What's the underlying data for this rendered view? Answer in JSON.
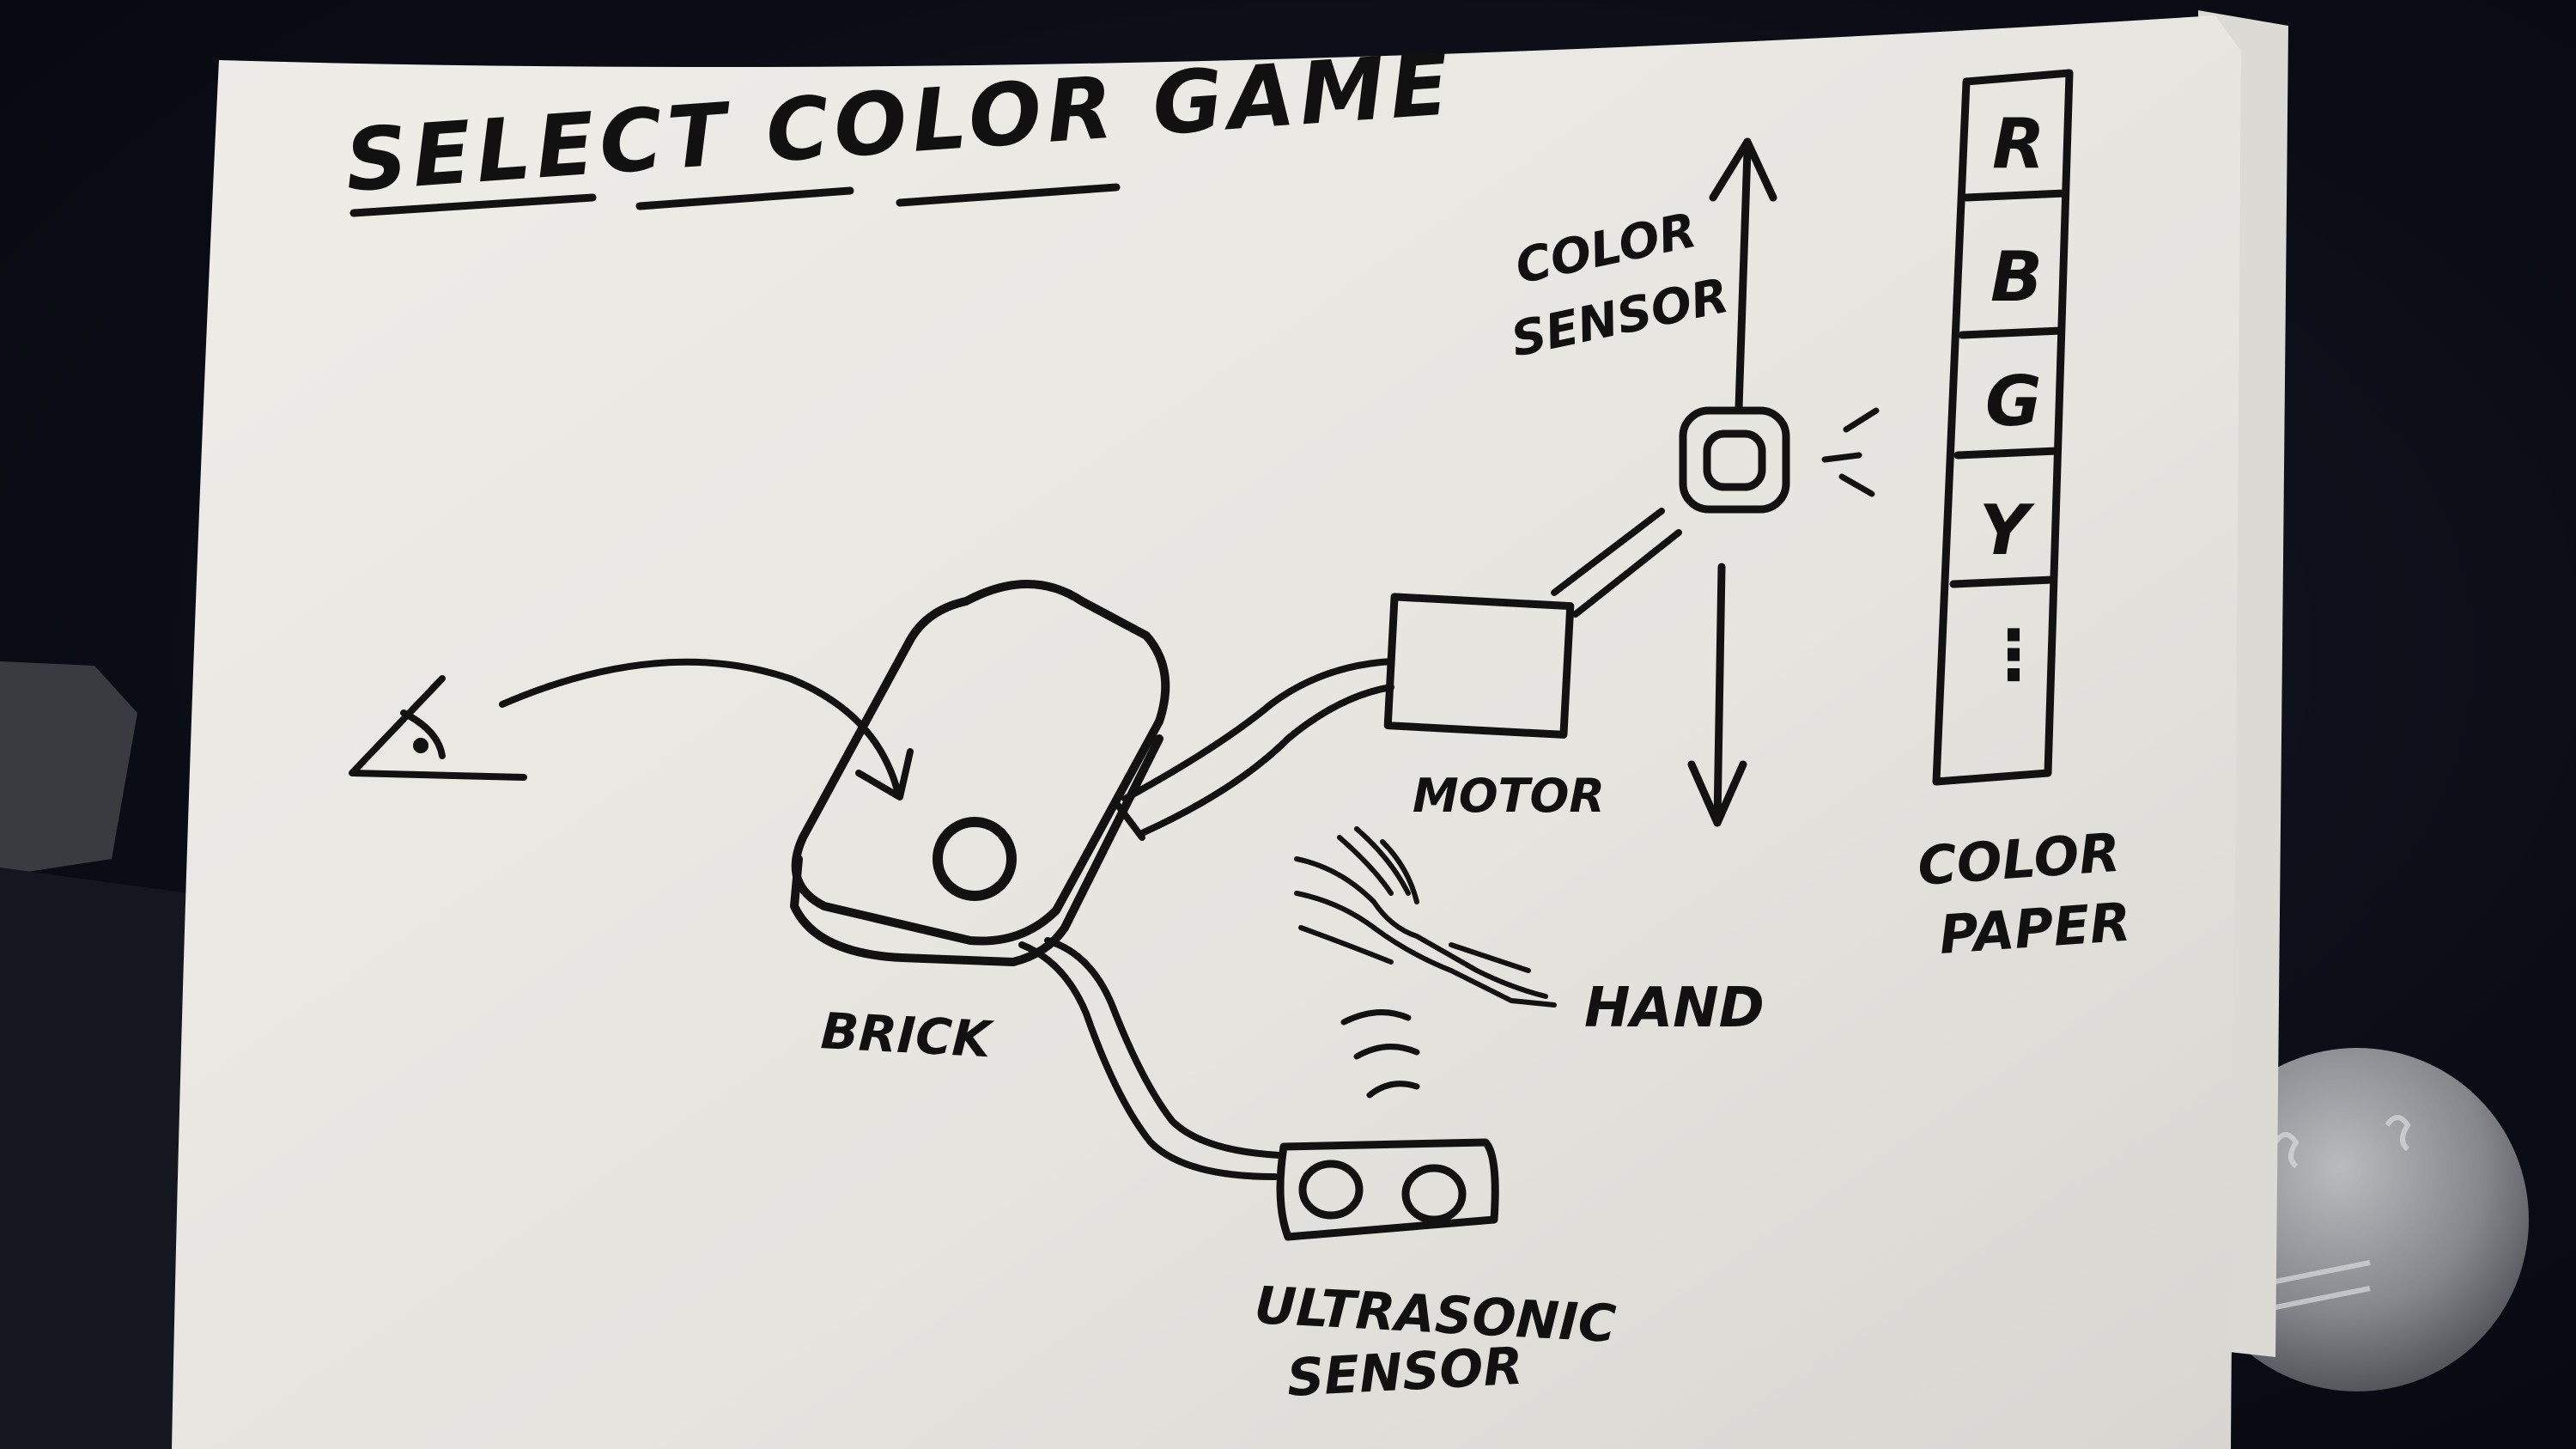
{
  "title": "SELECT COLOR GAME",
  "labels": {
    "color_sensor_line1": "COLOR",
    "color_sensor_line2": "SENSOR",
    "motor": "MOTOR",
    "brick": "BRICK",
    "hand": "HAND",
    "ultrasonic_line1": "ULTRASONIC",
    "ultrasonic_line2": "SENSOR",
    "color_paper_line1": "COLOR",
    "color_paper_line2": "PAPER"
  },
  "color_strip": [
    "R",
    "B",
    "G",
    "Y",
    "⋮"
  ],
  "colors": {
    "paper": "#e9e7e2",
    "ink": "#121212",
    "background": "#0c0e18",
    "knob": "#8a8c90"
  }
}
